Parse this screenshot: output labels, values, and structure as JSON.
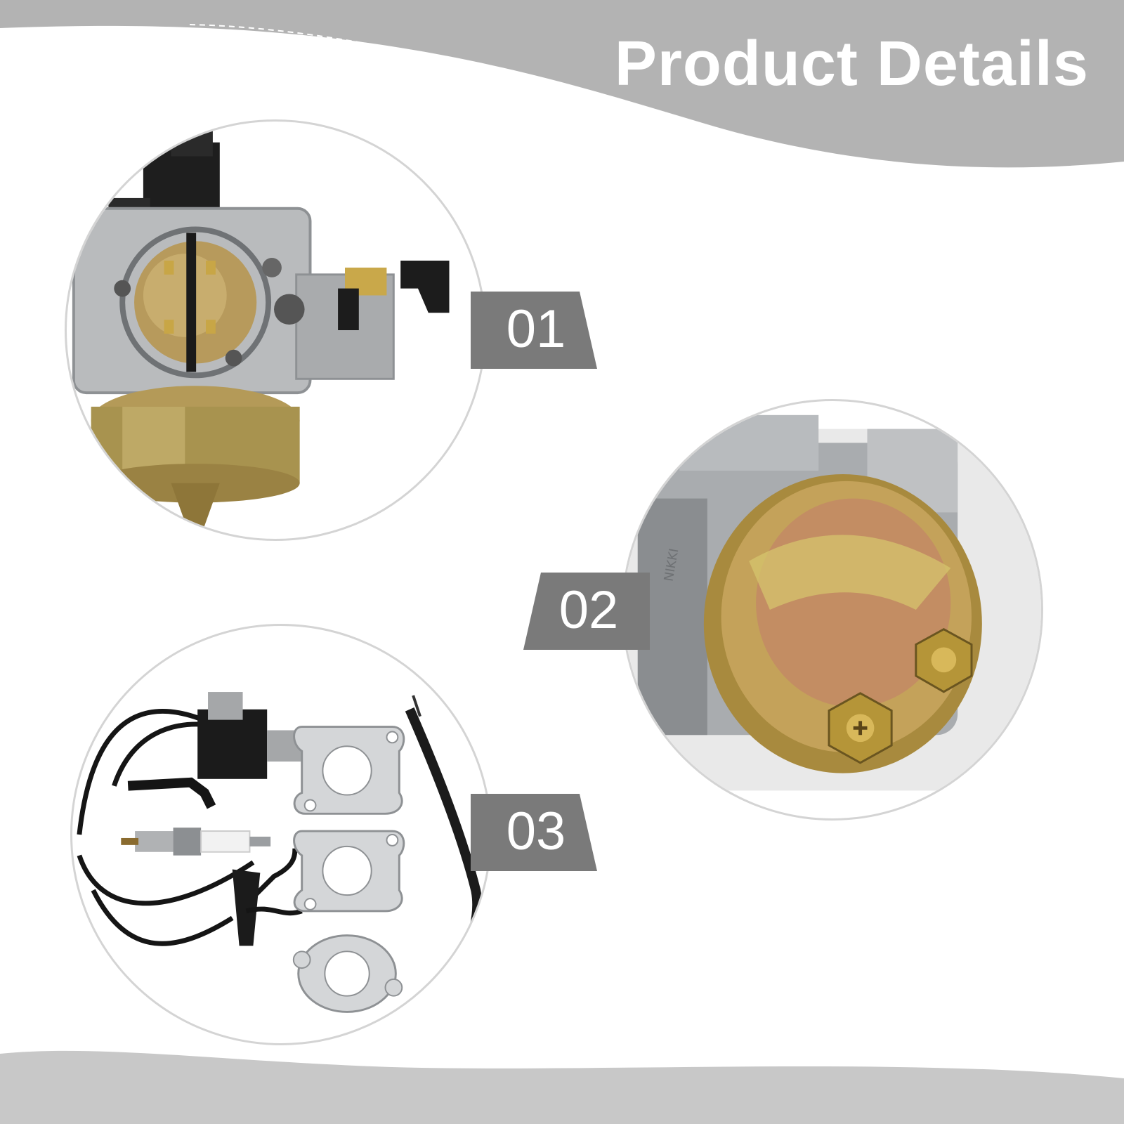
{
  "header": {
    "title": "Product Details"
  },
  "callouts": [
    {
      "number": "01",
      "subject": "carburetor-front"
    },
    {
      "number": "02",
      "subject": "float-bowl-closeup"
    },
    {
      "number": "03",
      "subject": "accessory-kit"
    }
  ],
  "colors": {
    "banner": "#b3b3b3",
    "label_tab": "#7a7a7a",
    "circle_border": "#d4d4d4",
    "title_text": "#ffffff"
  },
  "icons": [
    "carburetor-icon",
    "float-bowl-icon",
    "ignition-coil-icon",
    "spark-plug-icon",
    "gasket-icon",
    "fuel-hose-icon"
  ]
}
